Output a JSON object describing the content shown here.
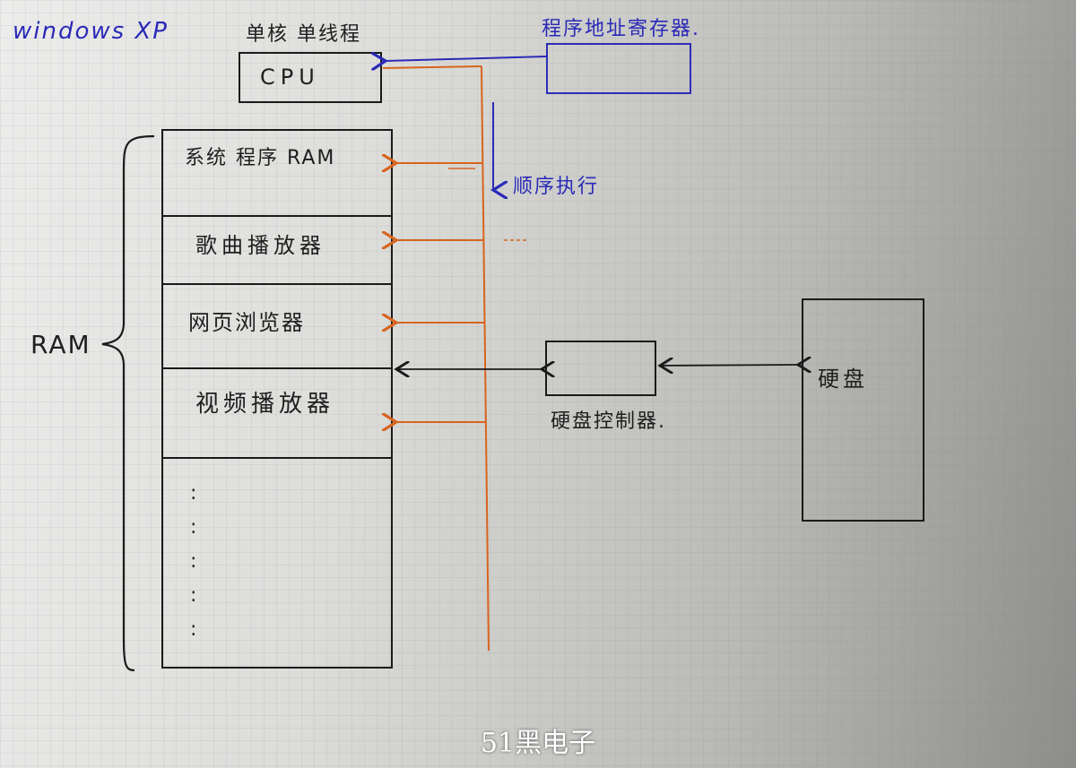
{
  "os_label": "windows XP",
  "cpu": {
    "heading": "单核 单线程",
    "label": "CPU"
  },
  "program_counter": {
    "label": "程序地址寄存器."
  },
  "sequential_label": "顺序执行",
  "ram": {
    "label": "RAM",
    "slots": [
      "系统 程序 RAM",
      "歌曲播放器",
      "网页浏览器",
      "视频播放器"
    ],
    "ellipsis": ":"
  },
  "disk_controller": {
    "label": "硬盘控制器."
  },
  "hard_disk": {
    "label": "硬盘"
  },
  "watermark": "51黑电子",
  "colors": {
    "orange_bus": "#d8641e",
    "blue_ink": "#2a2ab8",
    "black_ink": "#1a1a1a"
  }
}
